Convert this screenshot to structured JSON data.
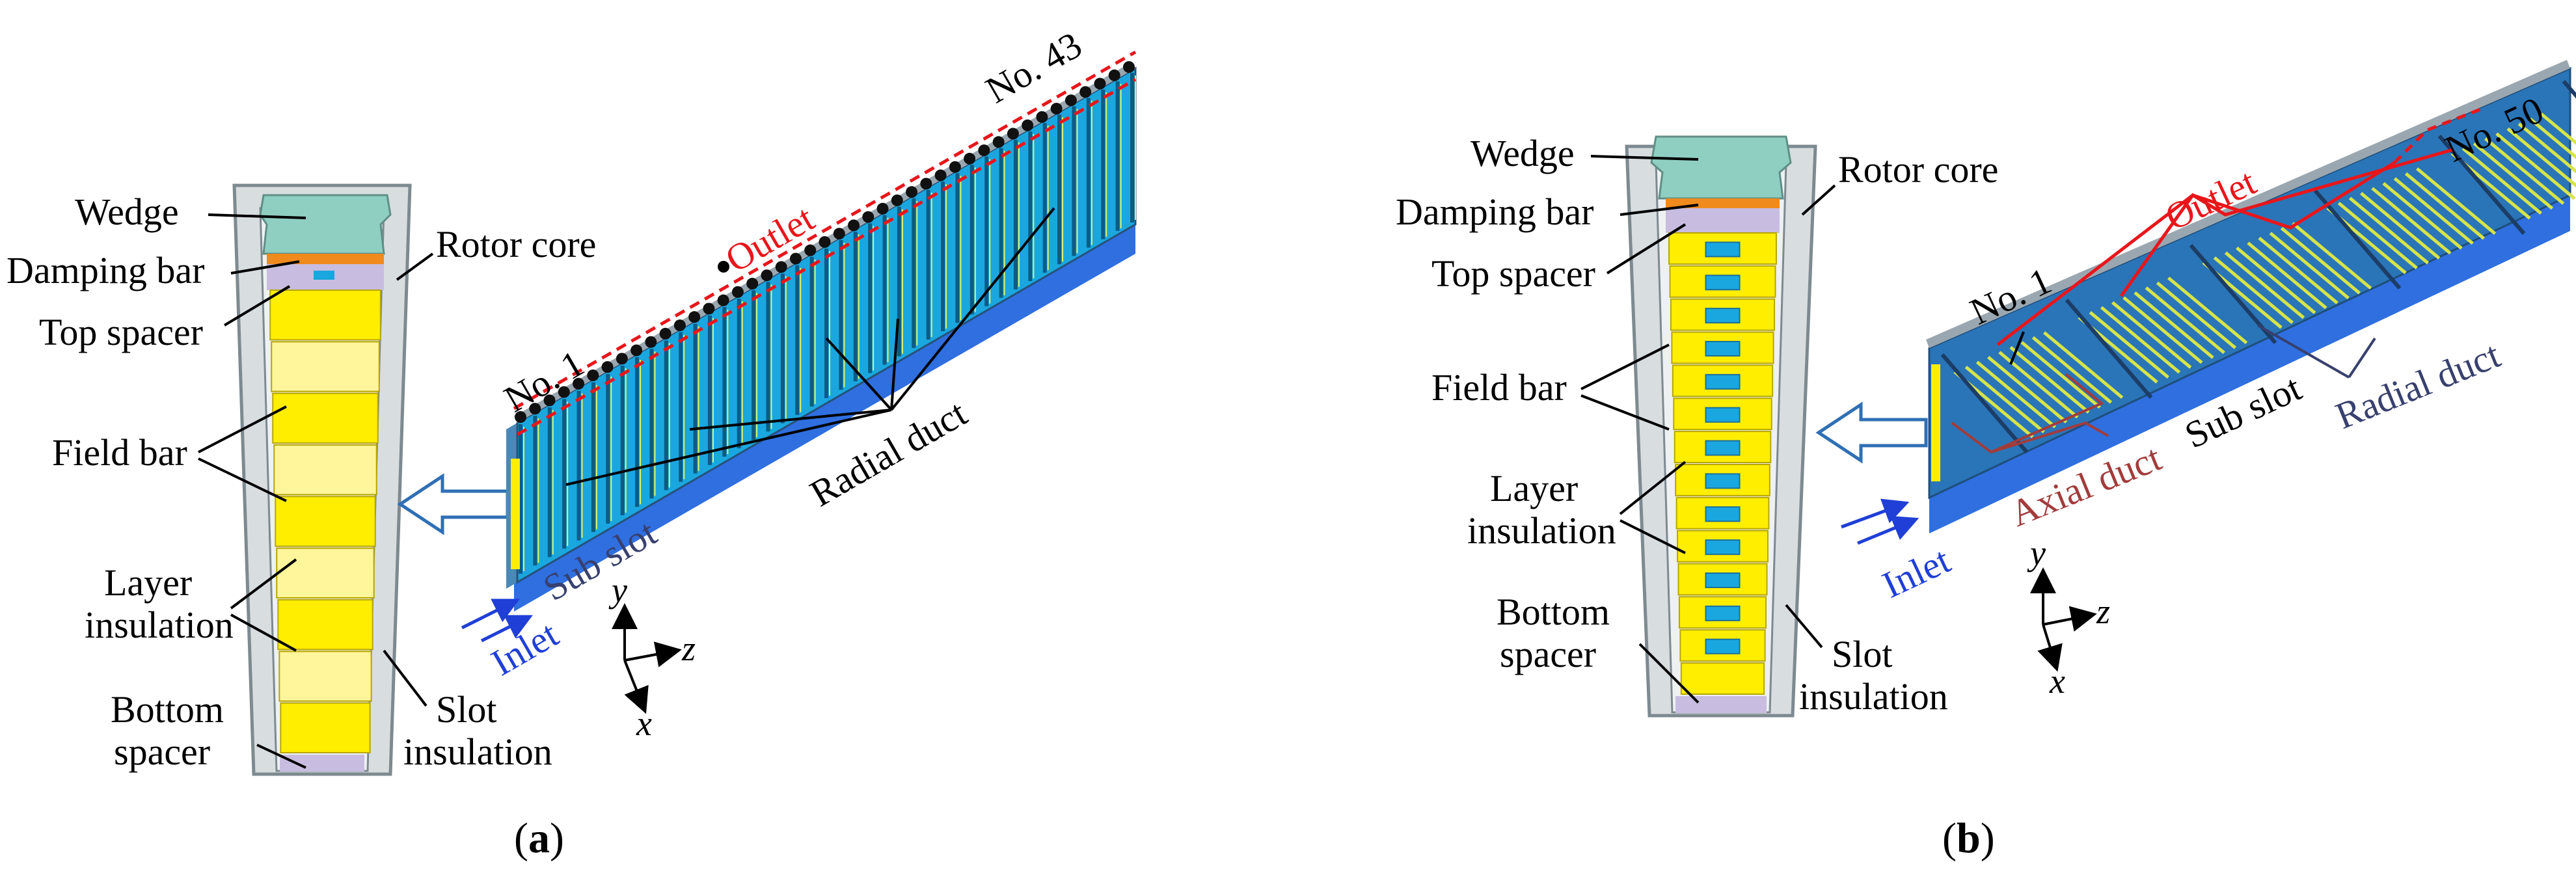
{
  "panel_a": {
    "caption_open": "(",
    "caption_letter": "a",
    "caption_close": ")",
    "labels": {
      "wedge": "Wedge",
      "rotor_core": "Rotor core",
      "damping_bar": "Damping bar",
      "top_spacer": "Top spacer",
      "field_bar": "Field bar",
      "layer_insulation_1": "Layer",
      "layer_insulation_2": "insulation",
      "slot_insulation_1": "Slot",
      "slot_insulation_2": "insulation",
      "bottom_spacer_1": "Bottom",
      "bottom_spacer_2": "spacer",
      "outlet": "Outlet",
      "no_first": "No. 1",
      "no_last": "No. 43",
      "radial_duct": "Radial  duct",
      "sub_slot": "Sub slot",
      "inlet": "Inlet"
    },
    "axes": {
      "y": "y",
      "z": "z",
      "x": "x"
    }
  },
  "panel_b": {
    "caption_open": "(",
    "caption_letter": "b",
    "caption_close": ")",
    "labels": {
      "wedge": "Wedge",
      "rotor_core": "Rotor core",
      "damping_bar": "Damping bar",
      "top_spacer": "Top spacer",
      "field_bar": "Field bar",
      "layer_insulation_1": "Layer",
      "layer_insulation_2": "insulation",
      "slot_insulation_1": "Slot",
      "slot_insulation_2": "insulation",
      "bottom_spacer_1": "Bottom",
      "bottom_spacer_2": "spacer",
      "outlet": "Outlet",
      "no_first": "No. 1",
      "no_last": "No. 50",
      "radial_duct": "Radial  duct",
      "axial_duct": "Axial  duct",
      "sub_slot": "Sub slot",
      "inlet": "Inlet"
    },
    "axes": {
      "y": "y",
      "z": "z",
      "x": "x"
    }
  },
  "colors": {
    "rotor_core": "#d8dde0",
    "rotor_core_edge": "#7d8a90",
    "wedge": "#8fcfc2",
    "damping_bar": "#f08a1c",
    "spacer": "#c8bde0",
    "field_bar": "#ffee00",
    "field_bar_light": "#fff59a",
    "duct_blue": "#1aa7df",
    "sub_slot": "#2f6fe0",
    "outlet_red": "#e8161b",
    "inlet_blue": "#1f3fd6"
  }
}
